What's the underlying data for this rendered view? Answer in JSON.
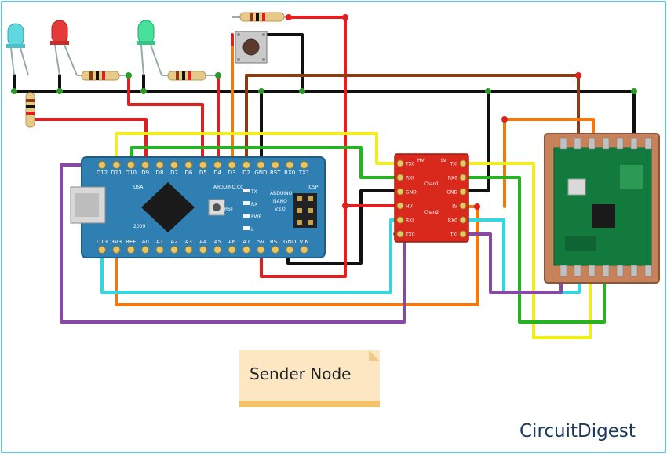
{
  "note": {
    "label": "Sender Node"
  },
  "brand": {
    "name": "CircuitDigest"
  },
  "nano": {
    "top_pins": [
      "D12",
      "D11",
      "D10",
      "D9",
      "D8",
      "D7",
      "D6",
      "D5",
      "D4",
      "D3",
      "D2",
      "GND",
      "RST",
      "RX0",
      "TX1"
    ],
    "bottom_pins": [
      "D13",
      "3V3",
      "REF",
      "A0",
      "A1",
      "A2",
      "A3",
      "A4",
      "A5",
      "A6",
      "A7",
      "5V",
      "RST",
      "GND",
      "VIN"
    ],
    "title_line1": "ARDUINO",
    "title_line2": "NANO",
    "title_line3": "V3.0",
    "cc": "ARDUINO.CC",
    "usa": "USA",
    "year": "2009",
    "icsp": "ICSP",
    "led_tx": "TX",
    "led_rx": "RX",
    "led_pwr": "PWR",
    "led_l": "L",
    "rst": "RST"
  },
  "shifter": {
    "left_pins": [
      "TX0",
      "RXI",
      "GND",
      "HV",
      "RXI",
      "TX0"
    ],
    "right_pins": [
      "TXI",
      "RX0",
      "GND",
      "LV",
      "RX0",
      "TXI"
    ],
    "left_header": "HV",
    "right_header": "LV",
    "chan1": "Chan1",
    "chan2": "Chan2"
  },
  "colors": {
    "board": "#2f7fb3",
    "shifter": "#d9291c",
    "wire_red": "#e02020",
    "wire_black": "#111111",
    "wire_brown": "#8b3a12",
    "wire_orange": "#f07a10",
    "wire_yellow": "#f3ee1a",
    "wire_green": "#23b41f",
    "wire_cyan": "#36d6e0",
    "wire_purple": "#8a48a6",
    "note_bg": "#fde7c2",
    "frame": "#3ba7d6"
  },
  "icons": [
    "led-cyan-icon",
    "led-red-icon",
    "led-green-icon",
    "resistor-icon",
    "push-button-icon",
    "lora-module-icon"
  ]
}
